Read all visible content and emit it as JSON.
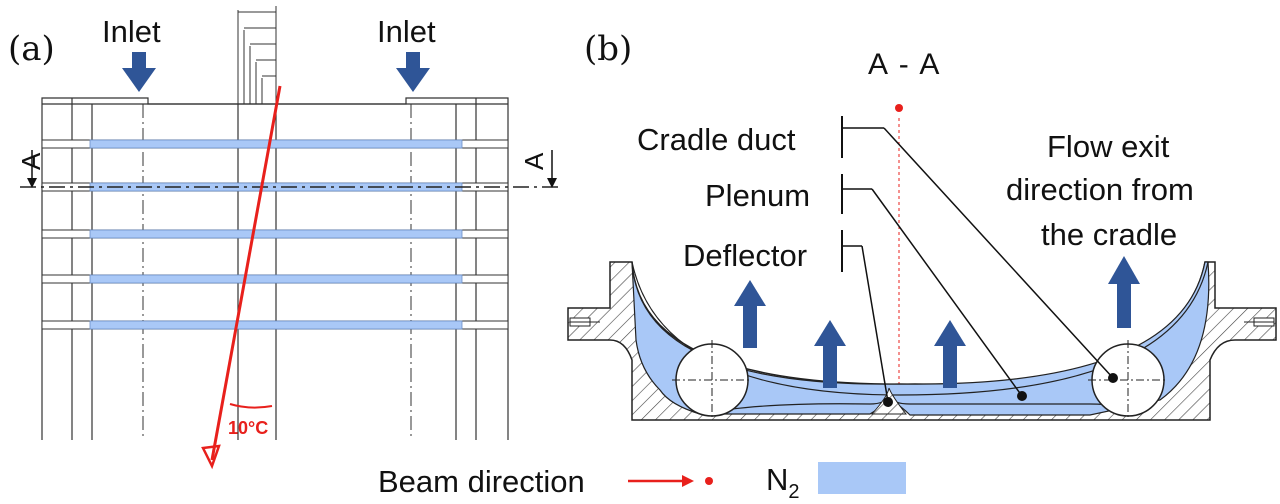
{
  "panel_a": {
    "label": "(a)",
    "inlet_left": "Inlet",
    "inlet_right": "Inlet",
    "section_left": "A",
    "section_right": "A",
    "angle_label": "10°C"
  },
  "panel_b": {
    "label": "(b)",
    "section_title": "A - A",
    "cradle_duct": "Cradle duct",
    "plenum": "Plenum",
    "deflector": "Deflector",
    "flow_exit": [
      "Flow exit",
      "direction from",
      "the cradle"
    ]
  },
  "legend": {
    "beam_direction": "Beam direction",
    "n2_base": "N",
    "n2_sub": "2"
  },
  "colors": {
    "n2_fill": "#a9c8f7",
    "arrow_blue": "#2f5597",
    "beam_red": "#e8201c",
    "hatch": "#333333"
  }
}
